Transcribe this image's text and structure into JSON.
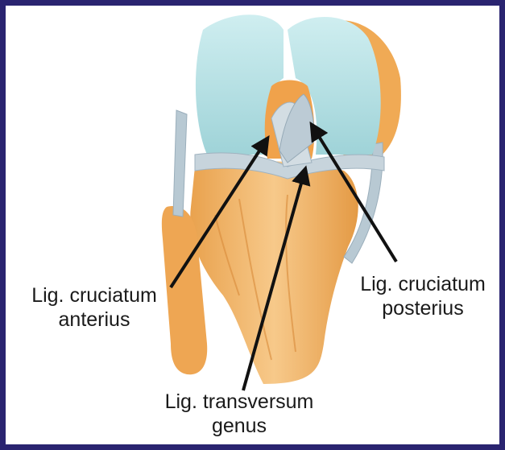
{
  "labels": {
    "anterior_cruciate": {
      "line1": "Lig. cruciatum",
      "line2": "anterius"
    },
    "posterior_cruciate": {
      "line1": "Lig. cruciatum",
      "line2": "posterius"
    },
    "transverse": {
      "line1": "Lig. transversum",
      "line2": "genus"
    }
  },
  "colors": {
    "frame_border": "#2a2470",
    "cartilage": "#b9dfe3",
    "bone": "#f2b266",
    "ligament": "#c6d3db",
    "arrow": "#111111"
  }
}
